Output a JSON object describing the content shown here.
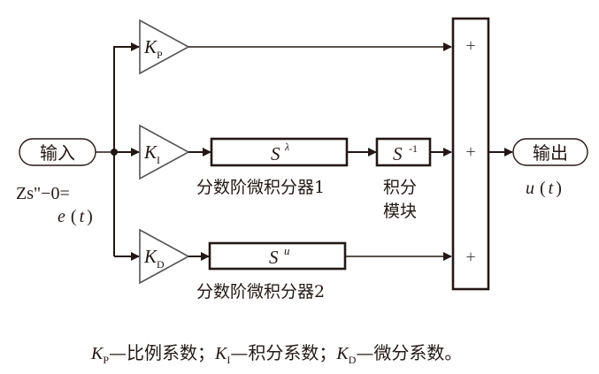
{
  "input": {
    "label": "输入",
    "eq_line1": "Zs\"−0=",
    "signal": "e",
    "signal_arg": "t"
  },
  "output": {
    "label": "输出",
    "signal": "u",
    "signal_arg": "t"
  },
  "gains": [
    {
      "id": "kp",
      "symbol": "K",
      "subscript": "P"
    },
    {
      "id": "ki",
      "symbol": "K",
      "subscript": "I"
    },
    {
      "id": "kd",
      "symbol": "K",
      "subscript": "D"
    }
  ],
  "blocks": {
    "frac1": {
      "base": "S",
      "exponent": "λ",
      "caption": "分数阶微积分器1"
    },
    "integ": {
      "base": "S",
      "exponent": "-1",
      "caption_line1": "积分",
      "caption_line2": "模块"
    },
    "frac2": {
      "base": "S",
      "exponent": "u",
      "caption": "分数阶微积分器2"
    }
  },
  "sum": {
    "signs": [
      "+",
      "+",
      "+"
    ]
  },
  "legend": {
    "items": [
      {
        "symbol": "K",
        "subscript": "P",
        "text": "—比例系数；"
      },
      {
        "symbol": "K",
        "subscript": "I",
        "text": "—积分系数；"
      },
      {
        "symbol": "K",
        "subscript": "D",
        "text": "—微分系数。"
      }
    ]
  }
}
